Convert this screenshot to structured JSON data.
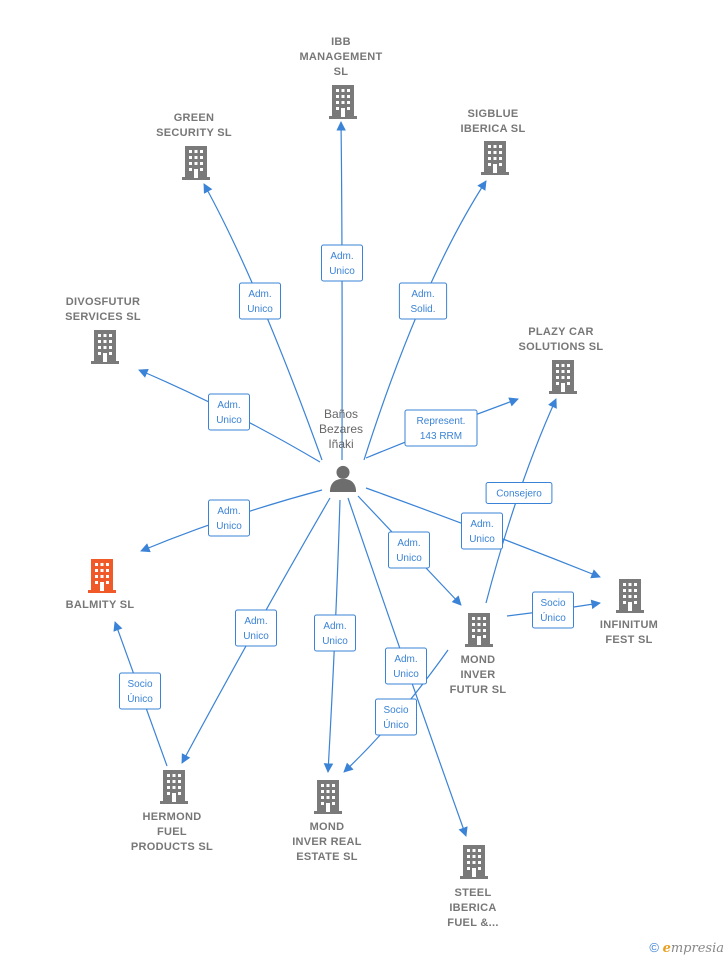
{
  "colors": {
    "edge": "#3a83d6",
    "building": "#7a7a7a",
    "building_focus": "#f05a28",
    "text": "#777777"
  },
  "center": {
    "label_lines": [
      "Baños",
      "Bezares",
      "Iñaki"
    ],
    "icon": "person-icon"
  },
  "nodes": [
    {
      "id": "ibb",
      "label_lines": [
        "IBB",
        "MANAGEMENT",
        "SL"
      ],
      "icon": "building-icon"
    },
    {
      "id": "green",
      "label_lines": [
        "GREEN",
        "SECURITY  SL"
      ],
      "icon": "building-icon"
    },
    {
      "id": "sigblue",
      "label_lines": [
        "SIGBLUE",
        "IBERICA  SL"
      ],
      "icon": "building-icon"
    },
    {
      "id": "divosfutur",
      "label_lines": [
        "DIVOSFUTUR",
        "SERVICES  SL"
      ],
      "icon": "building-icon"
    },
    {
      "id": "plazy",
      "label_lines": [
        "PLAZY CAR",
        "SOLUTIONS  SL"
      ],
      "icon": "building-icon"
    },
    {
      "id": "balmity",
      "label_lines": [
        "BALMITY  SL"
      ],
      "icon": "building-icon",
      "focus": true
    },
    {
      "id": "infinitum",
      "label_lines": [
        "INFINITUM",
        "FEST  SL"
      ],
      "icon": "building-icon"
    },
    {
      "id": "mondfutur",
      "label_lines": [
        "MOND",
        "INVER",
        "FUTUR  SL"
      ],
      "icon": "building-icon"
    },
    {
      "id": "hermond",
      "label_lines": [
        "HERMOND",
        "FUEL",
        "PRODUCTS  SL"
      ],
      "icon": "building-icon"
    },
    {
      "id": "mondreal",
      "label_lines": [
        "MOND",
        "INVER REAL",
        "ESTATE  SL"
      ],
      "icon": "building-icon"
    },
    {
      "id": "steel",
      "label_lines": [
        "STEEL",
        "IBERICA",
        "FUEL &..."
      ],
      "icon": "building-icon"
    }
  ],
  "edges": [
    {
      "from": "center",
      "to": "ibb",
      "label_lines": [
        "Adm.",
        "Unico"
      ]
    },
    {
      "from": "center",
      "to": "green",
      "label_lines": [
        "Adm.",
        "Unico"
      ]
    },
    {
      "from": "center",
      "to": "sigblue",
      "label_lines": [
        "Adm.",
        "Solid."
      ]
    },
    {
      "from": "center",
      "to": "divosfutur",
      "label_lines": [
        "Adm.",
        "Unico"
      ]
    },
    {
      "from": "center",
      "to": "plazy",
      "label_lines": [
        "Represent.",
        "143 RRM"
      ]
    },
    {
      "from": "mondfutur",
      "to": "plazy",
      "label_lines": [
        "Consejero"
      ]
    },
    {
      "from": "center",
      "to": "balmity",
      "label_lines": [
        "Adm.",
        "Unico"
      ]
    },
    {
      "from": "center",
      "to": "infinitum",
      "label_lines": [
        "Adm.",
        "Unico"
      ]
    },
    {
      "from": "mondfutur",
      "to": "infinitum",
      "label_lines": [
        "Socio",
        "Único"
      ]
    },
    {
      "from": "center",
      "to": "mondfutur",
      "label_lines": [
        "Adm.",
        "Unico"
      ]
    },
    {
      "from": "center",
      "to": "hermond",
      "label_lines": [
        "Adm.",
        "Unico"
      ]
    },
    {
      "from": "hermond",
      "to": "balmity",
      "label_lines": [
        "Socio",
        "Único"
      ]
    },
    {
      "from": "center",
      "to": "mondreal",
      "label_lines": [
        "Adm.",
        "Unico"
      ]
    },
    {
      "from": "center",
      "to": "steel",
      "label_lines": [
        "Adm.",
        "Unico"
      ]
    },
    {
      "from": "mondfutur",
      "to": "mondreal",
      "label_lines": [
        "Socio",
        "Único"
      ]
    }
  ],
  "footer": {
    "copyright_symbol": "©",
    "brand_initial": "e",
    "brand_rest": "mpresia"
  }
}
